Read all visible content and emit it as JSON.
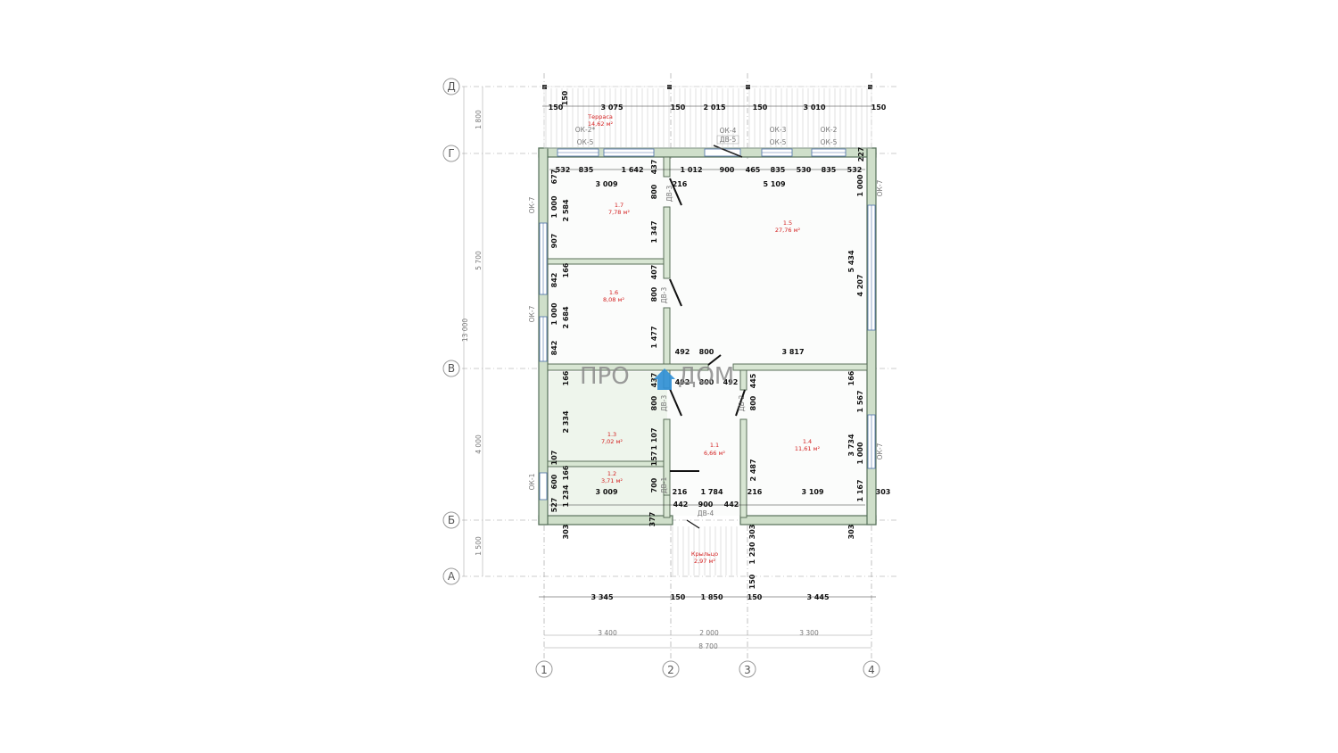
{
  "axes": {
    "rows": [
      "Д",
      "Г",
      "В",
      "Б",
      "А"
    ],
    "cols": [
      "1",
      "2",
      "3",
      "4"
    ]
  },
  "left_dims": [
    "1 800",
    "5 700",
    "13 000",
    "4 000",
    "1 500"
  ],
  "top_dims": [
    "150",
    "3 075",
    "150",
    "2 015",
    "150",
    "3 010",
    "150",
    "150"
  ],
  "top_window_labels": {
    "ok2a": "ОК-2*",
    "ok5a": "ОК-5",
    "ok4": "ОК-4",
    "dv5": "ДВ-5",
    "ok3": "ОК-3",
    "ok5b": "ОК-5",
    "ok2b": "ОК-2",
    "ok5c": "ОК-5"
  },
  "wall_top_dims": [
    "532",
    "835",
    "1 642",
    "437",
    "1 012",
    "900",
    "465",
    "835",
    "530",
    "835",
    "532",
    "227"
  ],
  "rooms": {
    "terrace": {
      "name": "Терраса",
      "area": "14,62 м²"
    },
    "r17": {
      "name": "1.7",
      "area": "7,78 м²"
    },
    "r16": {
      "name": "1.6",
      "area": "8,08 м²"
    },
    "r15": {
      "name": "1.5",
      "area": "27,76 м²"
    },
    "r13": {
      "name": "1.3",
      "area": "7,02 м²"
    },
    "r12": {
      "name": "1.2",
      "area": "3,71 м²"
    },
    "r11": {
      "name": "1.1",
      "area": "6,66 м²"
    },
    "r14": {
      "name": "1.4",
      "area": "11,61 м²"
    },
    "porch": {
      "name": "Крыльцо",
      "area": "2,97 м²"
    }
  },
  "inner_dims": {
    "d3009a": "3 009",
    "d216a": "216",
    "d5109": "5 109",
    "d677": "677",
    "d1000a": "1 000",
    "d2584": "2 584",
    "d907": "907",
    "d800a": "800",
    "d1347": "1 347",
    "d166a": "166",
    "d842a": "842",
    "d407": "407",
    "d1000b": "1 000",
    "d2684": "2 684",
    "d842b": "842",
    "d800b": "800",
    "d1477": "1 477",
    "d492a": "492",
    "d800c": "800",
    "d3817": "3 817",
    "d5434": "5 434",
    "d4207": "4 207",
    "d1000r": "1 000",
    "d166b": "166",
    "d437b": "437",
    "d492b": "492",
    "d800d": "800",
    "d492c": "492",
    "d445": "445",
    "d800e": "800",
    "d800f": "800",
    "d166c": "166",
    "d1567": "1 567",
    "d2334": "2 334",
    "d1107": "1 107",
    "d2487": "2 487",
    "d3734": "3 734",
    "d1000c": "1 000",
    "d107": "107",
    "d166d": "166",
    "d157": "157",
    "d600": "600",
    "d1234": "1 234",
    "d700": "700",
    "d1167": "1 167",
    "d527": "527",
    "d3009b": "3 009",
    "d216b": "216",
    "d1784": "1 784",
    "d216c": "216",
    "d3109": "3 109",
    "d303r": "303",
    "d442a": "442",
    "d900": "900",
    "d442b": "442",
    "d303a": "303",
    "d377": "377",
    "d303b": "303",
    "d303c": "303",
    "d1230": "1 230",
    "d150p": "150"
  },
  "door_labels": {
    "dv3a": "ДВ-3",
    "dv3b": "ДВ-3",
    "dv3c": "ДВ-3",
    "dv2": "ДВ-2",
    "dv1": "ДВ-1",
    "dv4": "ДВ-4"
  },
  "side_window_labels": {
    "ok7a": "ОК-7",
    "ok7b": "ОК-7",
    "ok7r1": "ОК-7",
    "ok7r2": "ОК-7",
    "ok1": "ОК-1"
  },
  "bottom_dims_1": [
    "3 345",
    "150",
    "1 850",
    "150",
    "3 445"
  ],
  "bottom_dims_2": [
    "3 400",
    "2 000",
    "3 300"
  ],
  "bottom_total": "8 700",
  "logo": {
    "left": "ПРО",
    "right": "ДОМ",
    "color": "#2f8fd6"
  }
}
